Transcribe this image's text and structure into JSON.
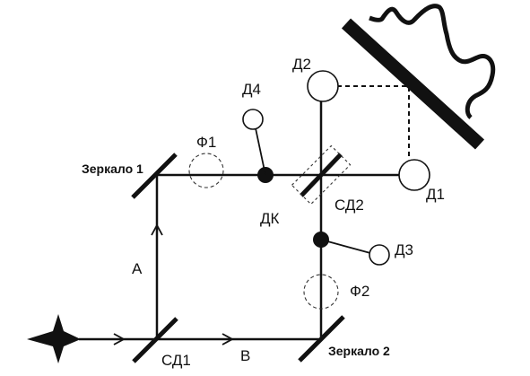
{
  "labels": {
    "mirror1": "Зеркало 1",
    "mirror2": "Зеркало 2",
    "bs1": "СД1",
    "bs2": "СД2",
    "path_a": "A",
    "path_b": "B",
    "dk": "ДК",
    "filter1": "Ф1",
    "filter2": "Ф2",
    "det1": "Д1",
    "det2": "Д2",
    "det3": "Д3",
    "det4": "Д4"
  }
}
